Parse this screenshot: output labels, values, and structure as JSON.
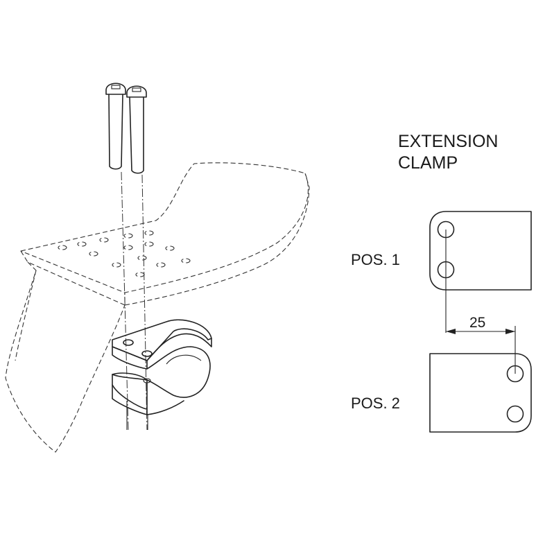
{
  "labels": {
    "title_line1": "EXTENSION",
    "title_line2": "CLAMP",
    "pos1": "POS. 1",
    "pos2": "POS. 2",
    "offset": "25"
  },
  "icons": {
    "bolts": "socket-head-bolt-pair",
    "plate": "footpeg-plate-dashed",
    "clamp": "split-tube-clamp"
  },
  "colors": {
    "line": "#222222",
    "background": "#ffffff"
  }
}
